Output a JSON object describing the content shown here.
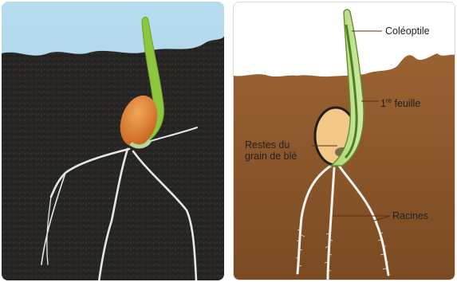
{
  "labels": {
    "coleoptile": "Coléoptile",
    "first_leaf_num": "1",
    "first_leaf_sup": "re",
    "first_leaf_word": " feuille",
    "remains_line1": "Restes du",
    "remains_line2": "grain de blé",
    "roots": "Racines"
  },
  "colors": {
    "sky": "#a9d3ea",
    "soil_photo": "#2a2826",
    "soil_diagram": "#8a5428",
    "sky_diagram": "#ffffff",
    "shoot_green": "#8cc63f",
    "seed_orange": "#e2893a",
    "seed_tan": "#f3c788",
    "root_white": "#e9ecee",
    "leader_line": "#6b3a1a"
  }
}
